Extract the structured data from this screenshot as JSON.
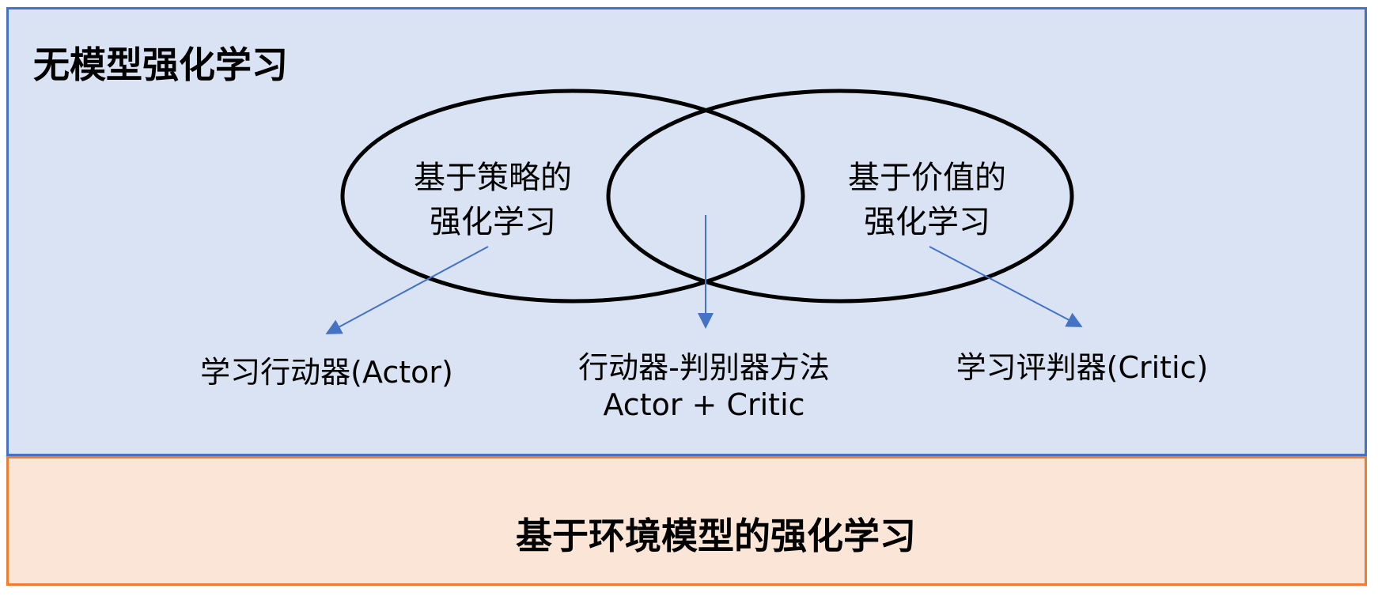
{
  "model_free": {
    "title": "无模型强化学习",
    "policy_based": [
      "基于策略的",
      "强化学习"
    ],
    "value_based": [
      "基于价值的",
      "强化学习"
    ],
    "actor": "学习行动器(Actor)",
    "actor_critic": [
      "行动器-判别器方法",
      "Actor + Critic"
    ],
    "critic": "学习评判器(Critic)"
  },
  "model_based": {
    "title": "基于环境模型的强化学习"
  },
  "colors": {
    "model_free_fill": "#dae3f3",
    "model_free_border": "#4472c4",
    "model_based_fill": "#fbe5d6",
    "model_based_border": "#ed7d31",
    "arrow": "#4472c4"
  }
}
